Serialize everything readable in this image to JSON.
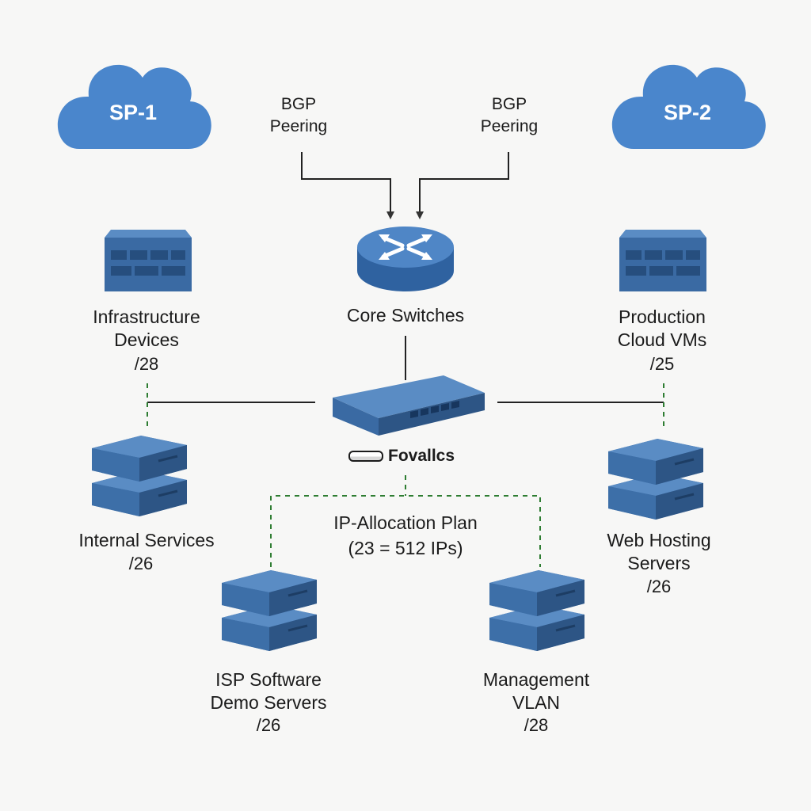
{
  "providers": [
    {
      "name": "SP-1"
    },
    {
      "name": "SP-2"
    }
  ],
  "peering": [
    {
      "label": "BGP\nPeering"
    },
    {
      "label": "BGP\nPeering"
    }
  ],
  "core": {
    "label": "Core Switches"
  },
  "firewall": {
    "brand": "Fovallcs"
  },
  "plan": {
    "title": "IP-Allocation Plan",
    "subtitle": "(23 = 512 IPs)"
  },
  "segments": {
    "infrastructure": {
      "label": "Infrastructure\nDevices",
      "prefix": "/28"
    },
    "production": {
      "label": "Production\nCloud VMs",
      "prefix": "/25"
    },
    "internal": {
      "label": "Internal Services",
      "prefix": "/26"
    },
    "web": {
      "label": "Web Hosting\nServers",
      "prefix": "/26"
    },
    "isp_demo": {
      "label": "ISP Software\nDemo Servers",
      "prefix": "/26"
    },
    "management": {
      "label": "Management\nVLAN",
      "prefix": "/28"
    }
  },
  "colors": {
    "cloud": "#4a86cc",
    "device_top": "#4f80b8",
    "device_front": "#3a6aa3",
    "device_side": "#2d5585",
    "link": "#222222",
    "dashed_link": "#2e7d32"
  },
  "icons": [
    "cloud-icon",
    "router-icon",
    "firewall-icon",
    "switch-icon",
    "server-icon"
  ]
}
